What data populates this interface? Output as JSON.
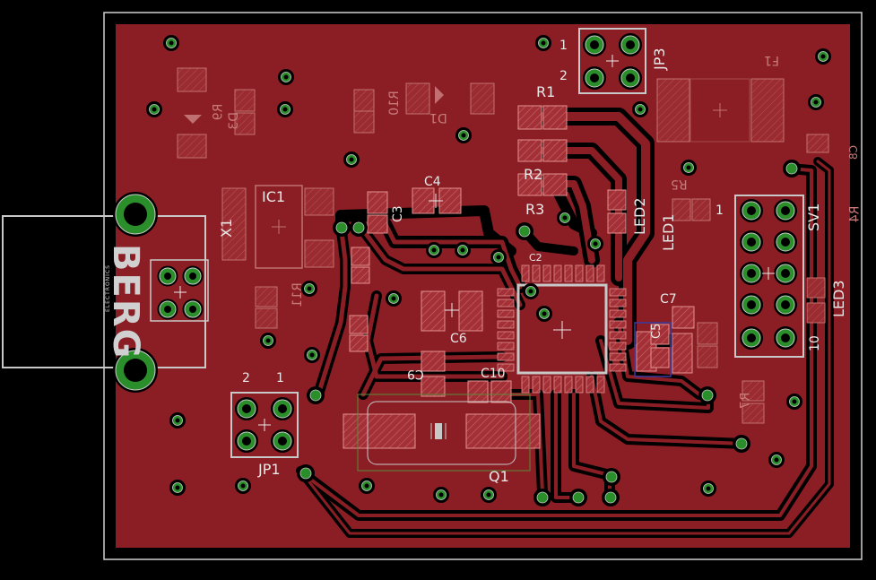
{
  "labels": {
    "r1": "R1",
    "r2": "R2",
    "r3": "R3",
    "c2": "C2",
    "c3": "C3",
    "c4": "C4",
    "c5": "C5",
    "c6": "C6",
    "c7": "C7",
    "c8": "C8",
    "c9": "C9",
    "c10": "C10",
    "ic1": "IC1",
    "x1": "X1",
    "q1": "Q1",
    "jp1": "JP1",
    "jp3": "JP3",
    "sv1": "SV1",
    "led1": "LED1",
    "led2": "LED2",
    "led3": "LED3",
    "r4": "R4",
    "r5": "R5",
    "r7": "R7",
    "r9": "R9",
    "r10": "R10",
    "r11": "R11",
    "d1": "D1",
    "d3": "D3",
    "f1": "F1",
    "berg": "BERG",
    "electronics": "ELECTRONICS",
    "pin1_jp3": "1",
    "pin2_jp3": "2",
    "pin2_jp1": "2",
    "pin1_jp1": "1",
    "pin1_sv1": "1",
    "pin10_sv1": "10"
  },
  "colors": {
    "background": "#000000",
    "copper": "#8b1e24",
    "pad": "#c8c8c8",
    "drill": "#2a8f2a",
    "silkscreen": "#e8e8e8",
    "outline": "#d0d0d0"
  }
}
